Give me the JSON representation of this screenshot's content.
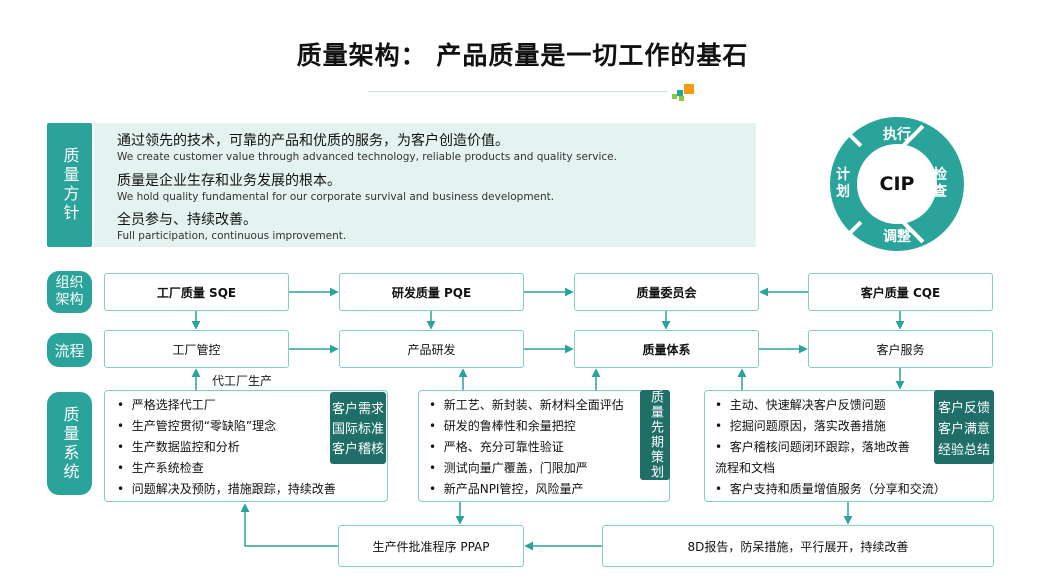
{
  "title": "质量架构：  产品质量是一切工作的基石",
  "colors": {
    "accent": "#2aa39a",
    "dark": "#1f6e68",
    "light_bg": "#e4f3f0",
    "logo": [
      "#f39c12",
      "#2aa39a",
      "#8cc63f"
    ]
  },
  "side_labels": {
    "policy": "质量方针",
    "org": "组织架构",
    "process": "流程",
    "system": "质量系统"
  },
  "policy": [
    {
      "cn": "通过领先的技术，可靠的产品和优质的服务，为客户创造价值。",
      "en": "We create customer value through advanced technology, reliable products and quality service."
    },
    {
      "cn": "质量是企业生存和业务发展的根本。",
      "en": "We hold quality fundamental for our corporate survival and business development."
    },
    {
      "cn": "全员参与、持续改善。",
      "en": "Full participation, continuous improvement."
    }
  ],
  "cip": {
    "center": "CIP",
    "top": "执行",
    "right": "检查",
    "bottom": "调整",
    "left": "计划"
  },
  "org": {
    "sqe": "工厂质量 SQE",
    "pqe": "研发质量 PQE",
    "committee": "质量委员会",
    "cqe": "客户质量 CQE"
  },
  "process": {
    "factory": "工厂管控",
    "rd": "产品研发",
    "system": "质量体系",
    "service": "客户服务",
    "oem_note": "代工厂生产"
  },
  "system": {
    "factory_items": [
      "严格选择代工厂",
      "生产管控贯彻“零缺陷”理念",
      "生产数据监控和分析",
      "生产系统检查",
      "问题解决及预防，措施跟踪，持续改善"
    ],
    "factory_tags": [
      "客户需求",
      "国际标准",
      "客户稽核"
    ],
    "rd_items": [
      "新工艺、新封装、新材料全面评估",
      "研发的鲁棒性和余量把控",
      "严格、充分可靠性验证",
      "测试向量广覆盖，门限加严",
      "新产品NPI管控，风险量产"
    ],
    "rd_tag": "质量先期策划",
    "service_items": [
      "主动、快速解决客户反馈问题",
      "挖掘问题原因，落实改善措施",
      "客户稽核问题闭环跟踪，落地改善"
    ],
    "service_item_cont": "流程和文档",
    "service_item_last": "客户支持和质量增值服务（分享和交流）",
    "service_tags": [
      "客户反馈",
      "客户满意",
      "经验总结"
    ]
  },
  "bottom": {
    "ppap": "生产件批准程序 PPAP",
    "report": "8D报告，防呆措施，平行展开，持续改善"
  }
}
